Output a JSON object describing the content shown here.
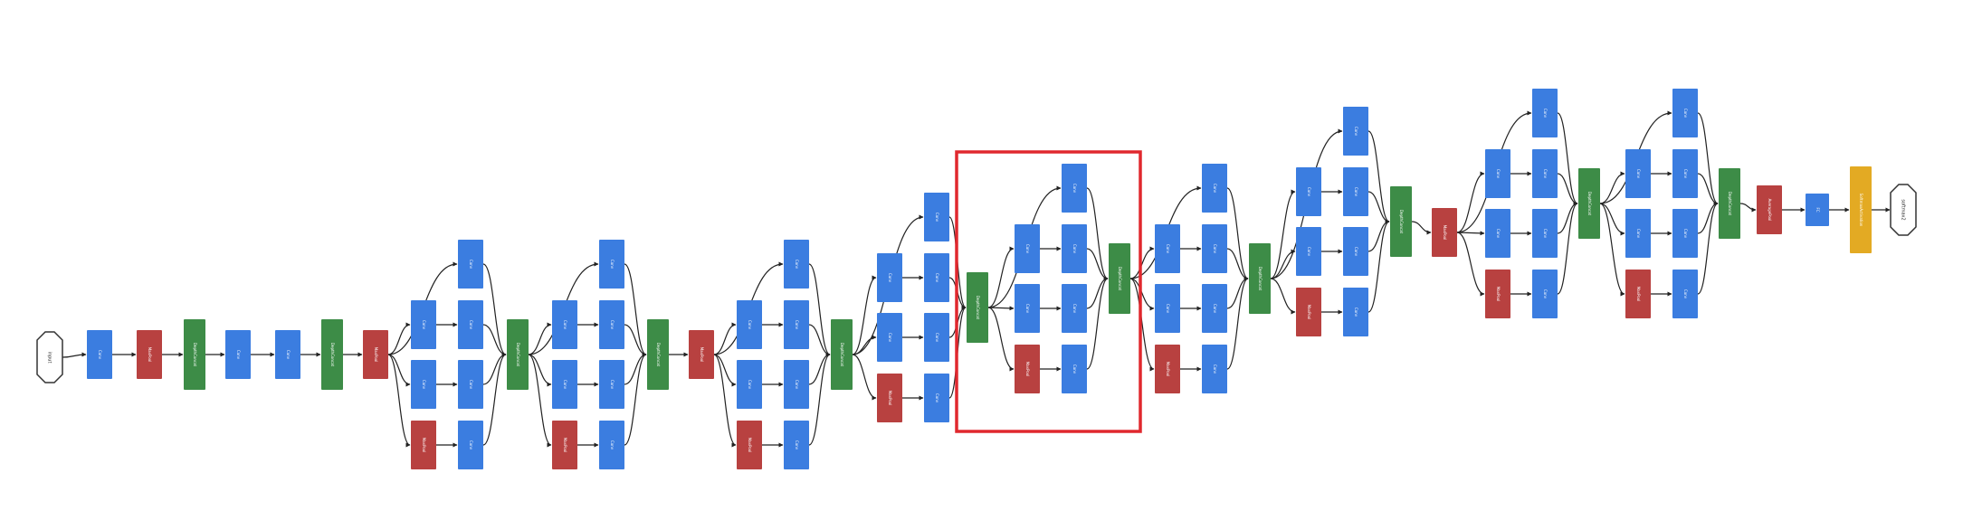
{
  "diagram": {
    "colors": {
      "conv": "#3b7de0",
      "pool": "#b84140",
      "concat": "#3d8c47",
      "softmax_block": "#e3aa23",
      "edge": "#222222",
      "highlight": "#e0282e",
      "terminal_fill": "#ffffff",
      "terminal_stroke": "#333333"
    },
    "labels": {
      "input": "input",
      "output": "softmax2",
      "conv": "Conv",
      "maxpool": "MaxPool",
      "concat": "DepthConcat",
      "avgpool": "AveragePool",
      "fc": "FC",
      "softmax": "SoftmaxActivation"
    },
    "highlighted_module": "inception-module-5"
  }
}
